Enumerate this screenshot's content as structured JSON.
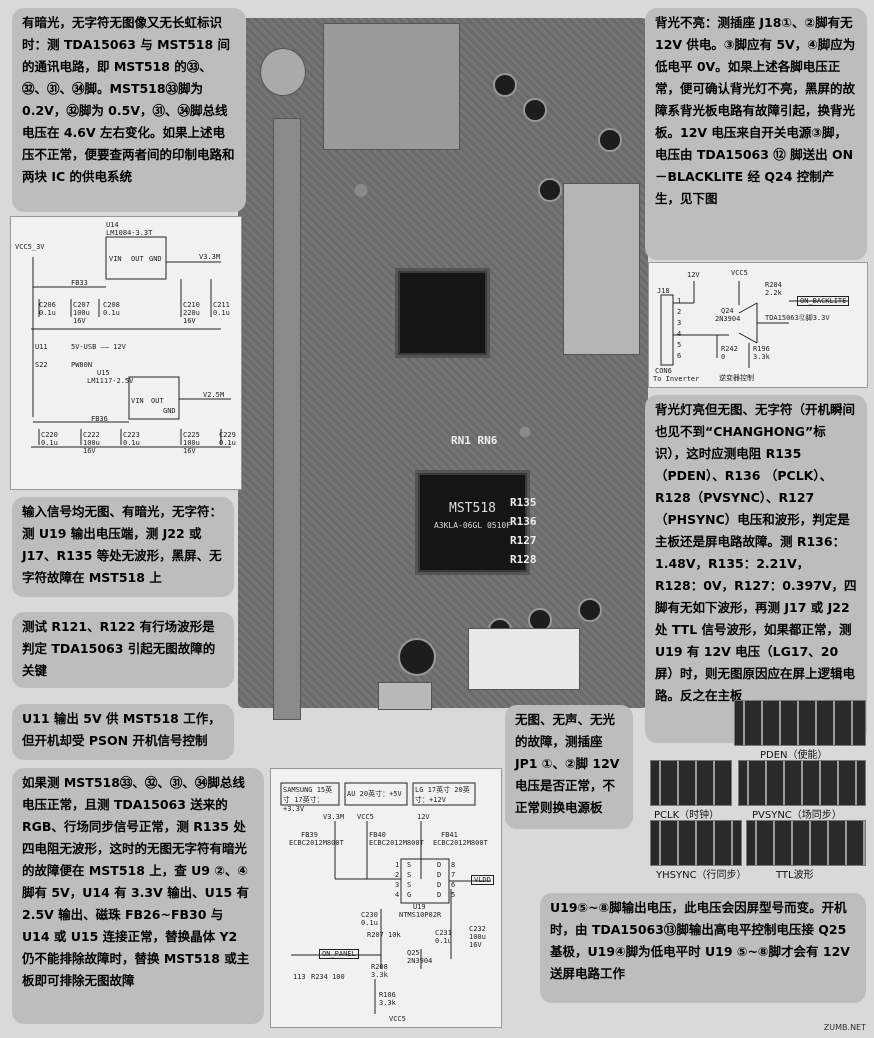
{
  "notes": {
    "top_left": "有暗光，无字符无图像又无长虹标识时：测 TDA15063 与 MST518 间的通讯电路，即 MST518 的㉝、㉜、㉛、㉞脚。MST518㉝脚为 0.2V，㉜脚为 0.5V，㉛、㉞脚总线电压在 4.6V 左右变化。如果上述电压不正常，便要查两者间的印制电路和两块 IC 的供电系统",
    "top_right": "背光不亮：测插座 J18①、②脚有无 12V 供电。③脚应有 5V，④脚应为低电平 0V。如果上述各脚电压正常，便可确认背光灯不亮，黑屏的故障系背光板电路有故障引起，换背光板。12V 电压来自开关电源③脚，电压由 TDA15063 ⑫ 脚送出 ON－BLACKLITE 经 Q24 控制产生，见下图",
    "mid_right": "背光灯亮但无图、无字符（开机瞬间也见不到“CHANGHONG”标识），这时应测电阻 R135（PDEN）、R136 （PCLK）、R128（PVSYNC）、R127（PHSYNC）电压和波形，判定是主板还是屏电路故障。测 R136：1.48V，R135：2.21V，R128：0V，R127：0.397V，四脚有无如下波形，再测 J17 或 J22 处 TTL 信号波形，如果都正常，测 U19 有 12V 电压（LG17、20 屏）时，则无图原因应在屏上逻辑电路。反之在主板",
    "left_1": "输入信号均无图、有暗光，无字符：测 U19 输出电压端，测 J22 或 J17、R135 等处无波形，黑屏、无字符故障在 MST518 上",
    "left_2": "测试 R121、R122 有行场波形是判定 TDA15063 引起无图故障的关键",
    "left_3": "U11 输出 5V 供 MST518 工作，但开机却受 PSON 开机信号控制",
    "left_4": "如果测 MST518㉝、㉜、㉛、㉞脚总线电压正常，且测 TDA15063 送来的 RGB、行场同步信号正常，测 R135 处四电阻无波形，这时的无图无字符有暗光的故障便在 MST518 上，查 U9 ②、④脚有 5V，U14 有 3.3V 输出、U15 有 2.5V 输出、磁珠 FB26~FB30 与 U14 或 U15 连接正常，替换晶体 Y2 仍不能排除故障时，替换 MST518 或主板即可排除无图故障",
    "center": "无图、无声、无光的故障，测插座 JP1 ①、②脚 12V 电压是否正常，不正常则换电源板",
    "bottom_right": "U19⑤~⑧脚输出电压，此电压会因屏型号而变。开机时，由 TDA15063⑬脚输出高电平控制电压接 Q25 基极，U19④脚为低电平时 U19 ⑤~⑧脚才会有 12V 送屏电路工作"
  },
  "board": {
    "chip_main": "MST518",
    "chip_main_sub": "A3KLA-06GL 0510F",
    "res_labels": [
      "R135",
      "R136",
      "R127",
      "R128"
    ],
    "rn_label": "RN1 RN6"
  },
  "schematic_top": {
    "u14": "U14",
    "u14_part": "LM1084-3.3T",
    "vin": "VIN",
    "out": "OUT",
    "gnd": "GND",
    "vcc": "VCC5_3V",
    "v33": "V3.3M",
    "fb33": "FB33",
    "c206": "C206",
    "c206v": "0.1u",
    "c207": "C207",
    "c207v": "100u 16V",
    "c208": "C208",
    "c208v": "0.1u",
    "c210": "C210",
    "c210v": "220u 16V",
    "c211": "C211",
    "c211v": "0.1u",
    "u11": "U11",
    "u11_note": "5V-USB —— 12V",
    "s22": "S22",
    "s22v": "PW80N",
    "u15": "U15",
    "u15_part": "LM1117-2.5V",
    "v25": "V2.5M",
    "fb36": "FB36",
    "c220": "C220",
    "c220v": "0.1u",
    "c222": "C222",
    "c222v": "100u 16V",
    "c223": "C223",
    "c223v": "0.1u",
    "c225": "C225",
    "c225v": "100u 16V",
    "c229": "C229",
    "c229v": "0.1u"
  },
  "schematic_bl": {
    "v12": "12V",
    "vcc5": "VCC5",
    "j18": "J18",
    "q24": "Q24",
    "q24p": "2N3904",
    "r204": "R204",
    "r204v": "2.2k",
    "on_backlite": "ON_BACKLITE",
    "tda_note": "TDA15063⑫脚3.3V",
    "r242": "R242",
    "r242v": "0",
    "r196": "R196",
    "r196v": "3.3k",
    "con6": "CON6",
    "to_inverter": "To Inverter",
    "ctrl": "逆变器控制",
    "pins": [
      "1",
      "2",
      "3",
      "4",
      "5",
      "6"
    ]
  },
  "schematic_bottom": {
    "box1": "SAMSUNG 15英寸 17英寸：+3.3V",
    "box2": "AU 20英寸：+5V",
    "box3": "LG 17英寸 20英寸：+12V",
    "v33": "V3.3M",
    "vcc5": "VCC5",
    "v12": "12V",
    "fb39": "FB39",
    "fb39p": "ECBC2012M800T",
    "fb40": "FB40",
    "fb40p": "ECBC2012M800T",
    "fb41": "FB41",
    "fb41p": "ECBC2012M800T",
    "u19": "U19",
    "u19p": "NTMS10P02R",
    "vldd": "VLDD",
    "c230": "C230",
    "c230v": "0.1u",
    "r207": "R207 10k",
    "c231": "C231",
    "c231v": "0.1u",
    "c232": "C232",
    "c232v": "100u 16V",
    "on_panel": "ON_PANEL",
    "q25": "Q25",
    "q25p": "2N3904",
    "r208": "R208",
    "r208v": "3.3k",
    "r113": "113",
    "r234": "R234 100",
    "r106": "R106",
    "r106v": "3.3k",
    "vcc5_bottom": "VCC5",
    "pins_left": [
      "1",
      "2",
      "3",
      "4"
    ],
    "pins_right": [
      "8",
      "7",
      "6",
      "5"
    ],
    "pin_letters_left": [
      "S",
      "S",
      "S",
      "G"
    ],
    "pin_letters_right": [
      "D",
      "D",
      "D",
      "D"
    ]
  },
  "waveforms": {
    "pden": "PDEN（使能）",
    "pclk": "PCLK（时钟）",
    "pvsync": "PVSYNC（场同步）",
    "yhsync": "YHSYNC（行同步）",
    "ttl": "TTL波形"
  },
  "watermark": "ZUMB.NET"
}
